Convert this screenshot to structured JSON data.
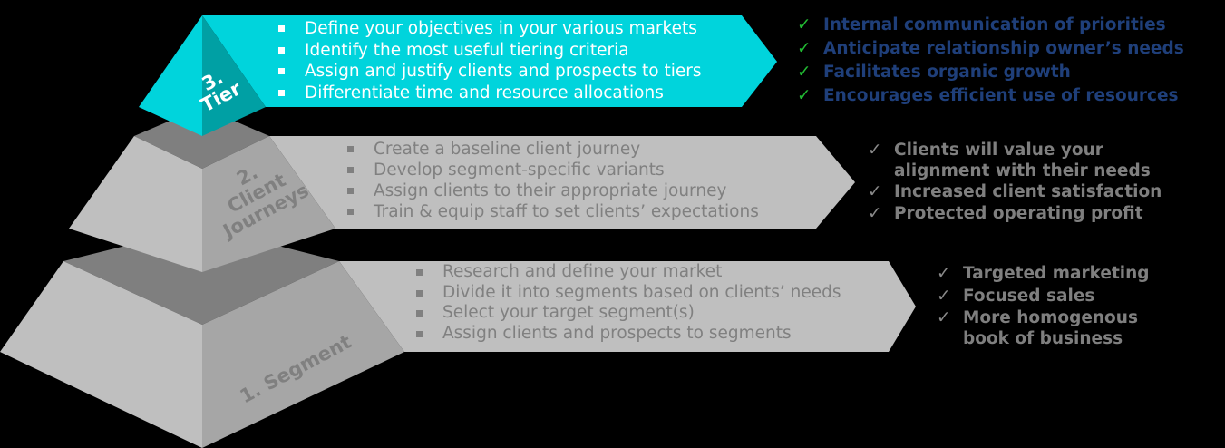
{
  "colors": {
    "background": "#000000",
    "tier_cyan": "#00d4dc",
    "tier_cyan_dark": "#00a0a4",
    "gray_light": "#bfbfbf",
    "gray_mid": "#a6a6a6",
    "gray_dark": "#7f7f7f",
    "benefit_blue": "#1f3f7a",
    "check_green": "#22bb33"
  },
  "tiers": [
    {
      "number": "3.",
      "name": "Tier",
      "steps": [
        "Define your objectives in your various markets",
        "Identify the most useful tiering criteria",
        "Assign and justify clients and prospects to tiers",
        "Differentiate time and resource allocations"
      ],
      "benefits": [
        "Internal communication of priorities",
        "Anticipate relationship owner’s needs",
        "Facilitates organic growth",
        "Encourages efficient use of resources"
      ]
    },
    {
      "number": "2.",
      "name_line1": "Client",
      "name_line2": "Journeys",
      "steps": [
        "Create a baseline client journey",
        "Develop segment-specific variants",
        "Assign clients to their appropriate journey",
        "Train & equip staff to set clients’ expectations"
      ],
      "benefits": [
        "Clients will value your alignment with their needs",
        "Increased client satisfaction",
        "Protected operating profit"
      ],
      "benefit_lines": {
        "first_line1": "Clients will value your",
        "first_line2": "alignment with their needs"
      }
    },
    {
      "label": "1. Segment",
      "steps": [
        "Research and define your market",
        "Divide it into segments based on clients’ needs",
        "Select your target segment(s)",
        "Assign clients and prospects to segments"
      ],
      "benefits": [
        "Targeted marketing",
        "Focused sales",
        "More homogenous book of business"
      ],
      "benefit_lines": {
        "third_line1": "More homogenous",
        "third_line2": "book of business"
      }
    }
  ],
  "check_glyph": "✓"
}
